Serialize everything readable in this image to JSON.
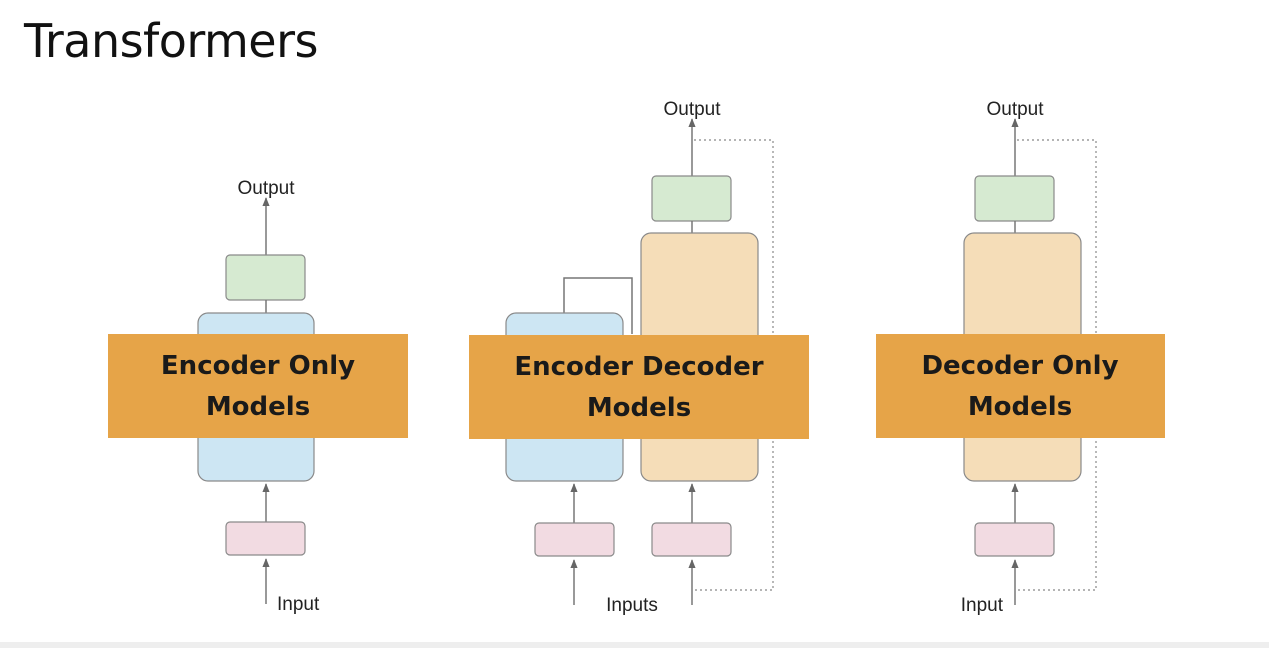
{
  "title": "Transformers",
  "colors": {
    "encoder": "#cde6f3",
    "decoder": "#f5ddb8",
    "output_block": "#d6ead1",
    "input_block": "#f2dbe2",
    "band": "#e6a448",
    "stroke": "#777777"
  },
  "models": [
    {
      "band_line1": "Encoder Only",
      "band_line2": "Models",
      "output_label": "Output",
      "input_label": "Input"
    },
    {
      "band_line1": "Encoder Decoder",
      "band_line2": "Models",
      "output_label": "Output",
      "input_label": "Inputs"
    },
    {
      "band_line1": "Decoder Only",
      "band_line2": "Models",
      "output_label": "Output",
      "input_label": "Input"
    }
  ]
}
